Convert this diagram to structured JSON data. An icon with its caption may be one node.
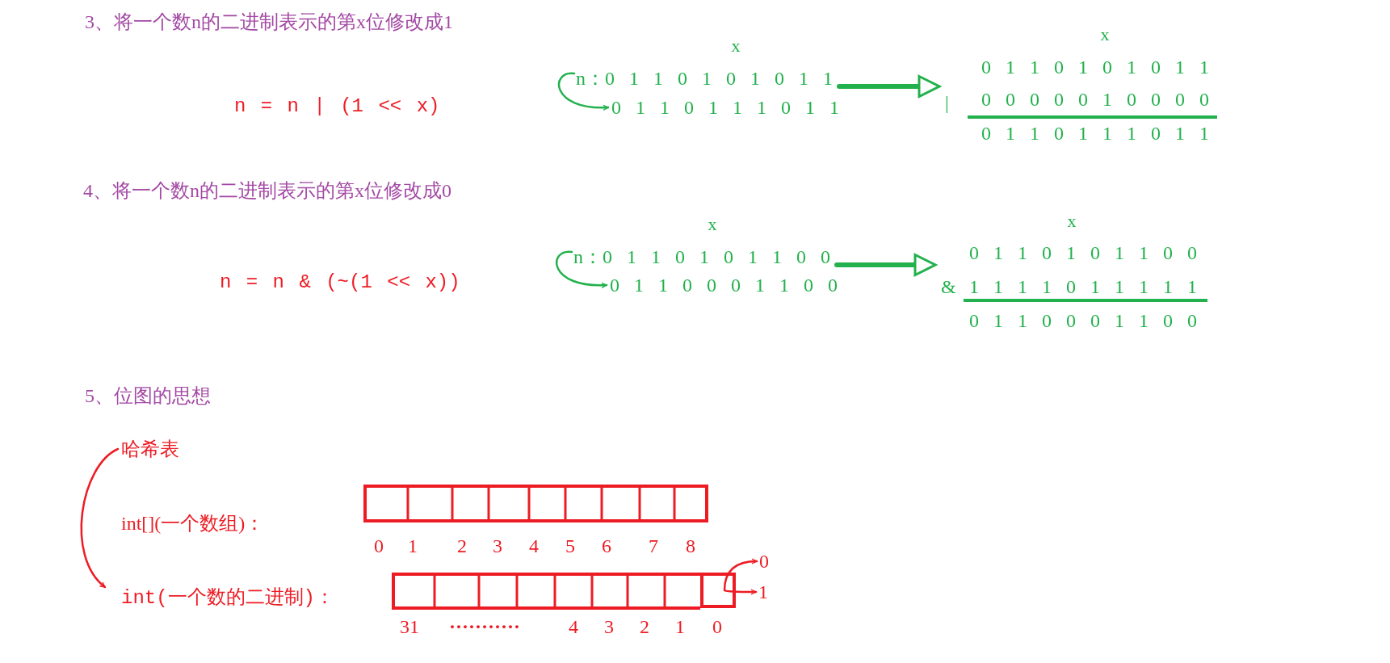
{
  "diagram": {
    "nodes": [
      {
        "text": [
          "n：0 1 1 0 1 0 1 0 1 1"
        ]
      },
      {
        "text": [
          "0 1 1 0 1 1 1 0 1 1"
        ]
      },
      {
        "text": [
          "0 1 1 0 1 0 1 0 1 1",
          "|",
          "0 0 0 0 0 1 0 0 0 0",
          "0 1 1 0 1 1 1 0 1 1"
        ]
      },
      {
        "text": [
          "n：0 1 1 0 1 0 1 1 0 0"
        ]
      },
      {
        "text": [
          "0 1 1 0 0 0 1 1 0 0"
        ]
      },
      {
        "text": [
          "0 1 1 0 1 0 1 1 0 0",
          "&",
          "1 1 1 1 0 1 1 1 1 1",
          "0 1 1 0 0 0 1 1 0 0"
        ]
      },
      {
        "text": [
          "哈希表"
        ]
      },
      {
        "text": [
          "int(一个数的二进制)："
        ]
      },
      {
        "text": [],
        "shape": "box"
      },
      {
        "text": [
          "0"
        ]
      },
      {
        "text": [
          "1"
        ]
      }
    ],
    "edges": [
      {
        "from": 0,
        "to": 1,
        "arrow": "to"
      },
      {
        "from": 0,
        "to": 2,
        "arrow": "to",
        "style": "thick"
      },
      {
        "from": 3,
        "to": 4,
        "arrow": "to"
      },
      {
        "from": 3,
        "to": 5,
        "arrow": "to",
        "style": "thick"
      },
      {
        "from": 6,
        "to": 7,
        "arrow": "to",
        "color": "#ed1c24"
      },
      {
        "from": 8,
        "to": 9,
        "arrow": "to",
        "color": "#ed1c24"
      },
      {
        "from": 8,
        "to": 10,
        "arrow": "to",
        "color": "#ed1c24"
      }
    ],
    "labels": [
      "3、将一个数n的二进制表示的第x位修改成1",
      "x",
      "x",
      "n = n | (1 << x)",
      "4、将一个数n的二进制表示的第x位修改成0",
      "x",
      "x",
      "n = n & (~(1 << x))",
      "5、位图的思想",
      "int[](一个数组)：",
      "0",
      "1",
      "2",
      "3",
      "4",
      "5",
      "6",
      "7",
      "8",
      "31",
      "···········",
      "4",
      "3",
      "2",
      "1",
      "0"
    ]
  }
}
